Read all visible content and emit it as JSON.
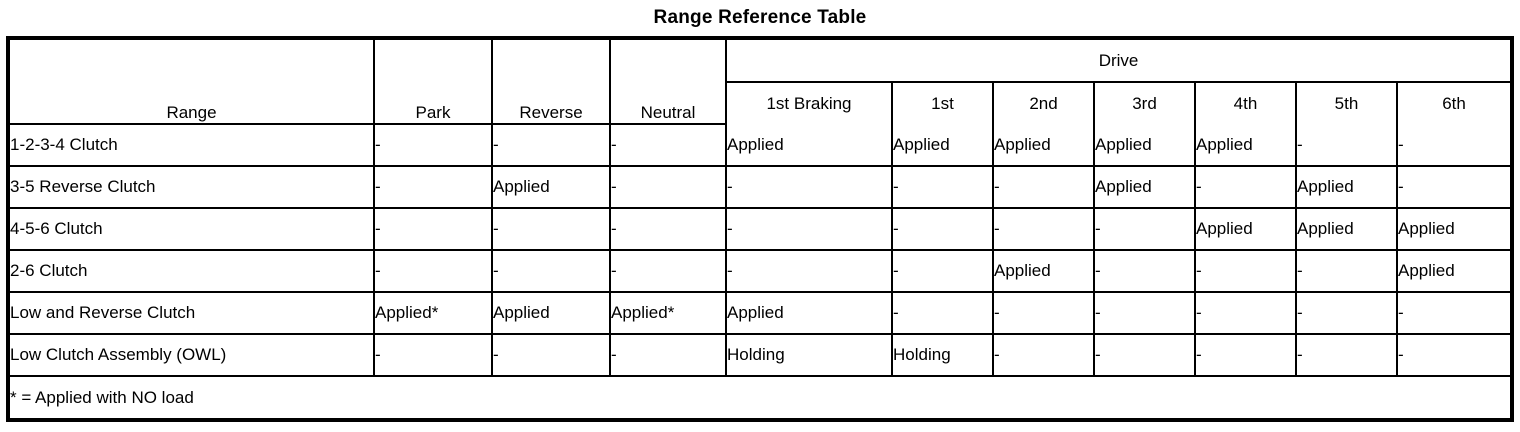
{
  "title": "Range Reference Table",
  "table": {
    "row_header_label": "Range",
    "simple_columns": [
      "Park",
      "Reverse",
      "Neutral"
    ],
    "group": {
      "label": "Drive",
      "columns": [
        "1st Braking",
        "1st",
        "2nd",
        "3rd",
        "4th",
        "5th",
        "6th"
      ]
    },
    "rows": [
      {
        "label": "1-2-3-4 Clutch",
        "values": [
          "-",
          "-",
          "-",
          "Applied",
          "Applied",
          "Applied",
          "Applied",
          "Applied",
          "-",
          "-"
        ]
      },
      {
        "label": "3-5 Reverse Clutch",
        "values": [
          "-",
          "Applied",
          "-",
          "-",
          "-",
          "-",
          "Applied",
          "-",
          "Applied",
          "-"
        ]
      },
      {
        "label": "4-5-6 Clutch",
        "values": [
          "-",
          "-",
          "-",
          "-",
          "-",
          "-",
          "-",
          "Applied",
          "Applied",
          "Applied"
        ]
      },
      {
        "label": "2-6 Clutch",
        "values": [
          "-",
          "-",
          "-",
          "-",
          "-",
          "Applied",
          "-",
          "-",
          "-",
          "Applied"
        ]
      },
      {
        "label": "Low and Reverse Clutch",
        "values": [
          "Applied*",
          "Applied",
          "Applied*",
          "Applied",
          "-",
          "-",
          "-",
          "-",
          "-",
          "-"
        ]
      },
      {
        "label": "Low Clutch Assembly (OWL)",
        "values": [
          "-",
          "-",
          "-",
          "Holding",
          "Holding",
          "-",
          "-",
          "-",
          "-",
          "-"
        ]
      }
    ],
    "footnote": "* = Applied with NO load"
  }
}
